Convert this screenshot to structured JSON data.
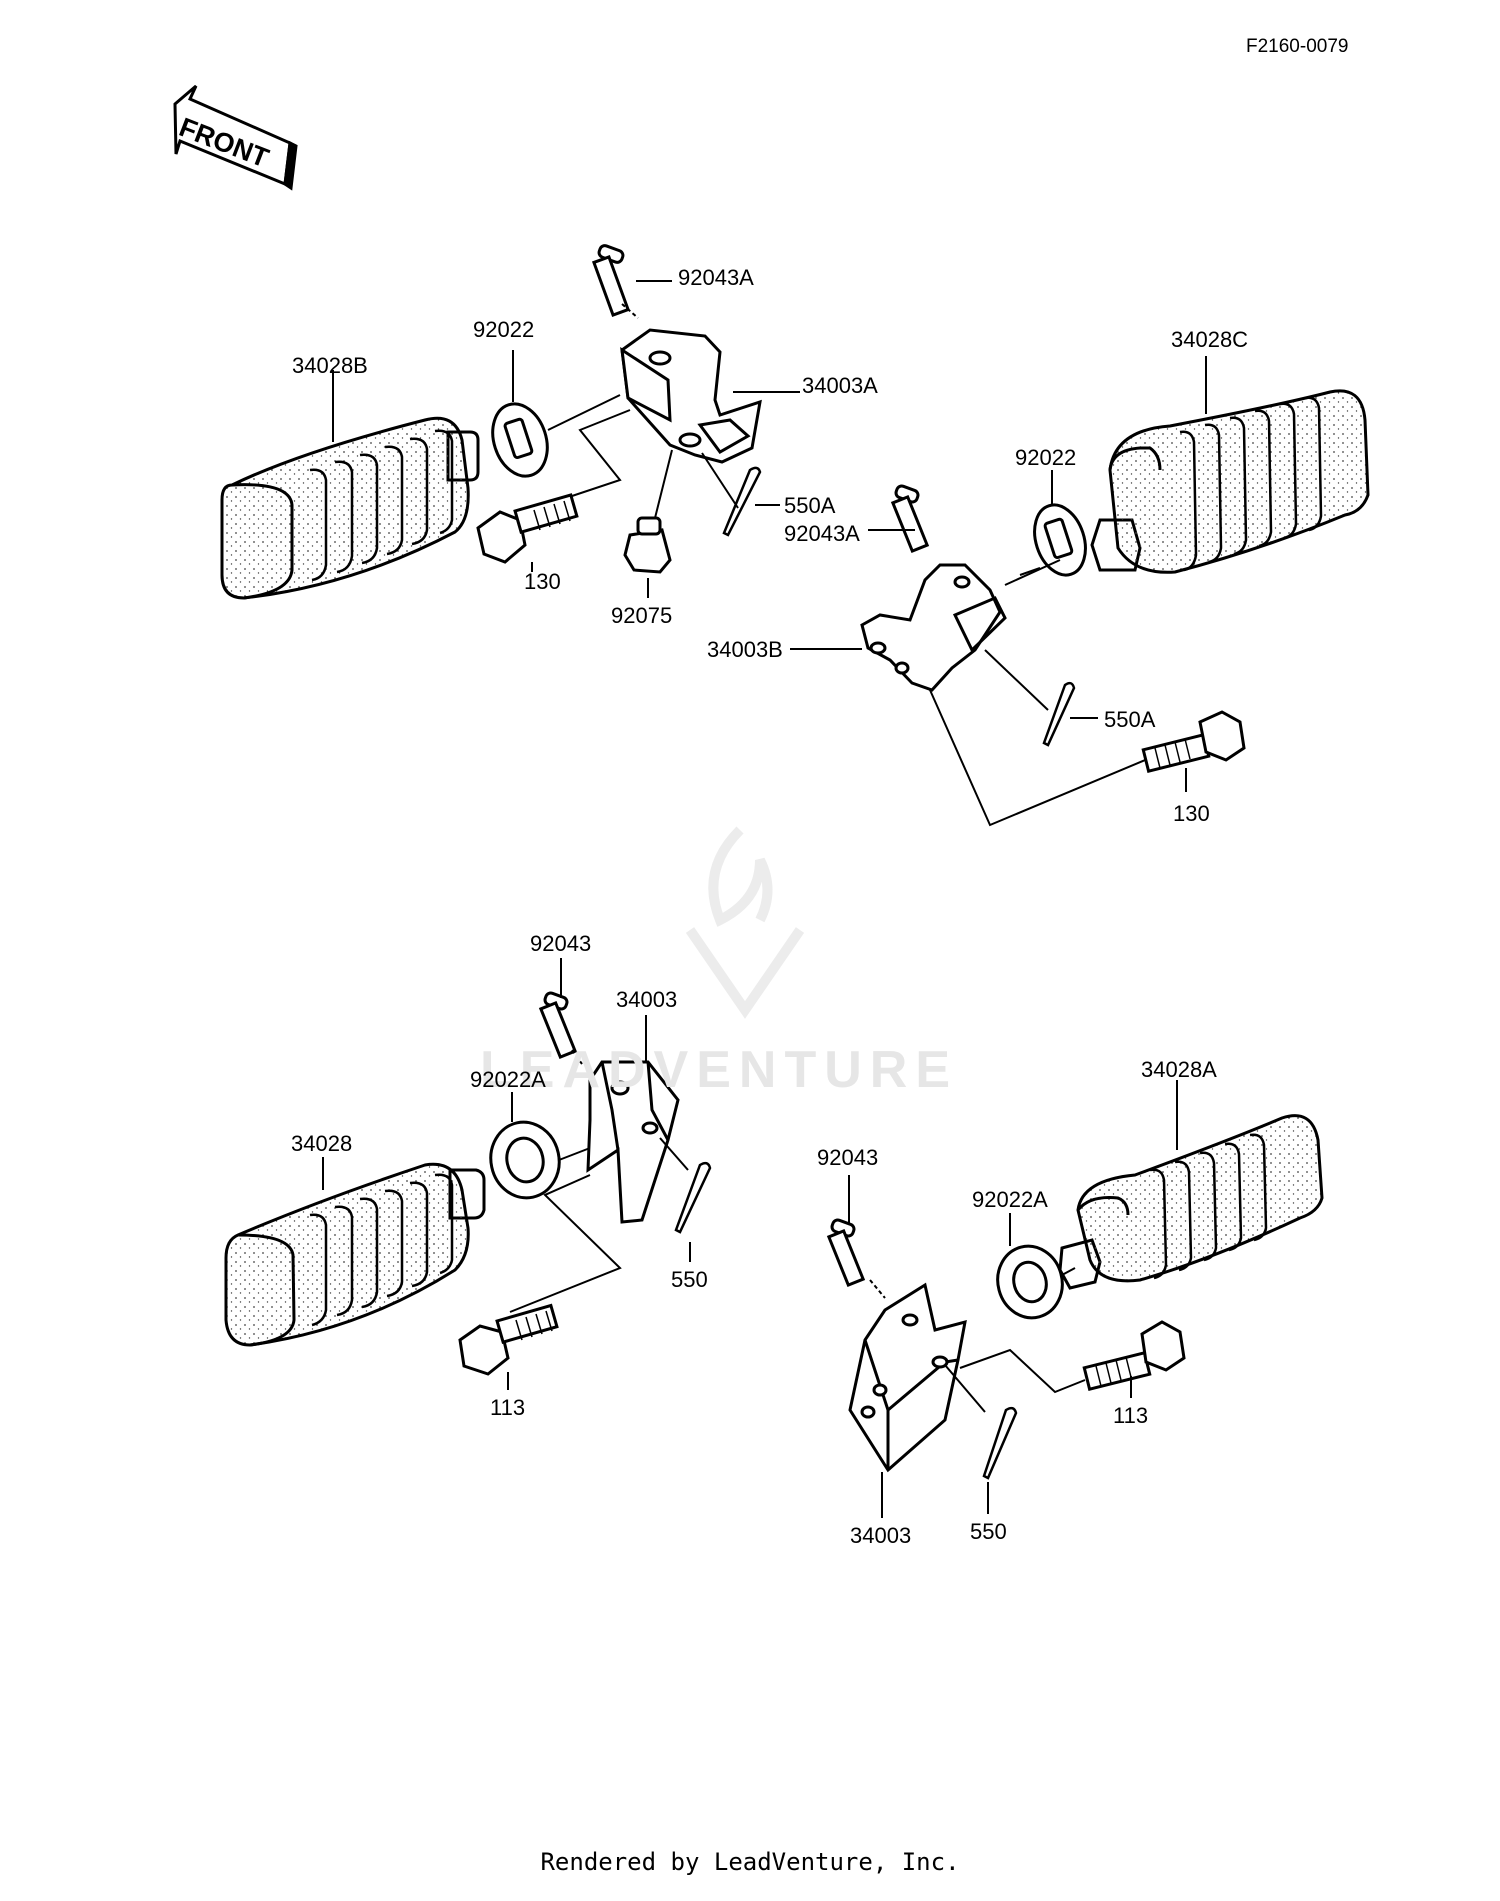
{
  "drawing_code": "F2160-0079",
  "front_arrow_label": "FRONT",
  "watermark": "LEADVENTURE",
  "footer": "Rendered by LeadVenture, Inc.",
  "parts": {
    "p_92043A_top": "92043A",
    "p_92022_left": "92022",
    "p_34028B": "34028B",
    "p_34003A": "34003A",
    "p_550A_upper": "550A",
    "p_92043A_mid": "92043A",
    "p_130_left": "130",
    "p_92075": "92075",
    "p_34028C": "34028C",
    "p_92022_right": "92022",
    "p_34003B": "34003B",
    "p_550A_lower": "550A",
    "p_130_right": "130",
    "p_92043_left": "92043",
    "p_34003_upper": "34003",
    "p_92022A_left": "92022A",
    "p_34028": "34028",
    "p_550_left": "550",
    "p_113_left": "113",
    "p_34028A": "34028A",
    "p_92043_right": "92043",
    "p_92022A_right": "92022A",
    "p_113_right": "113",
    "p_34003_lower": "34003",
    "p_550_right": "550"
  }
}
